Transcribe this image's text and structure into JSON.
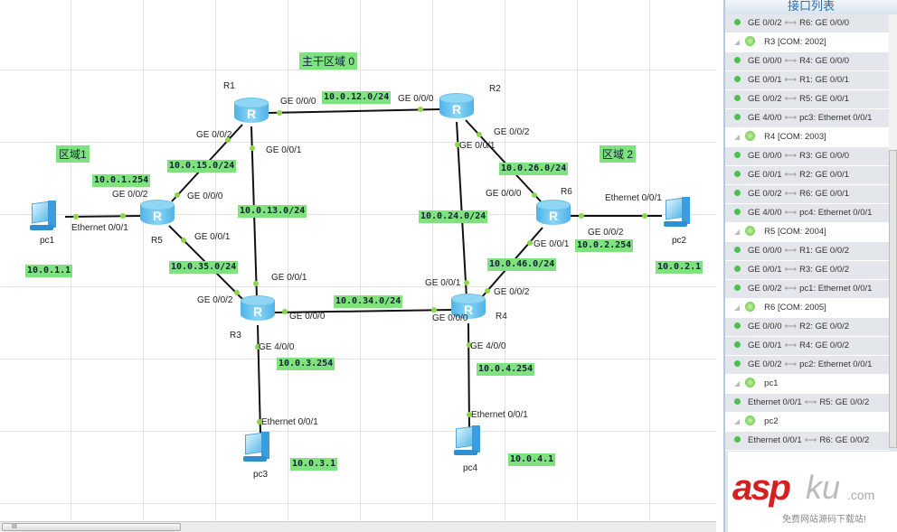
{
  "canvas": {
    "areas": {
      "backbone": "主干区域 0",
      "area1": "区域1",
      "area2": "区域 2"
    },
    "devices": {
      "r1": "R1",
      "r2": "R2",
      "r3": "R3",
      "r4": "R4",
      "r5": "R5",
      "r6": "R6",
      "pc1": "pc1",
      "pc2": "pc2",
      "pc3": "pc3",
      "pc4": "pc4"
    },
    "networks": {
      "n12": "10.0.12.0/24",
      "n15": "10.0.15.0/24",
      "n13": "10.0.13.0/24",
      "n35": "10.0.35.0/24",
      "n34": "10.0.34.0/24",
      "n24": "10.0.24.0/24",
      "n26": "10.0.26.0/24",
      "n46": "10.0.46.0/24",
      "pc1_gw": "10.0.1.254",
      "pc1_ip": "10.0.1.1",
      "pc2_gw": "10.0.2.254",
      "pc2_ip": "10.0.2.1",
      "pc3_gw": "10.0.3.254",
      "pc3_ip": "10.0.3.1",
      "pc4_gw": "10.0.4.254",
      "pc4_ip": "10.0.4.1"
    },
    "ports": {
      "ge000": "GE 0/0/0",
      "ge001": "GE 0/0/1",
      "ge002": "GE 0/0/2",
      "ge400": "GE 4/0/0",
      "eth001": "Ethernet 0/0/1"
    },
    "scroll_thumb": "III"
  },
  "panel": {
    "title": "接口列表",
    "rows": [
      {
        "type": "if",
        "local": "GE 0/0/2",
        "remote": "R6: GE 0/0/0"
      },
      {
        "type": "dev",
        "label": "R3 [COM: 2002]"
      },
      {
        "type": "if",
        "local": "GE 0/0/0",
        "remote": "R4: GE 0/0/0"
      },
      {
        "type": "if",
        "local": "GE 0/0/1",
        "remote": "R1: GE 0/0/1"
      },
      {
        "type": "if",
        "local": "GE 0/0/2",
        "remote": "R5: GE 0/0/1"
      },
      {
        "type": "if",
        "local": "GE 4/0/0",
        "remote": "pc3: Ethernet 0/0/1"
      },
      {
        "type": "dev",
        "label": "R4 [COM: 2003]"
      },
      {
        "type": "if",
        "local": "GE 0/0/0",
        "remote": "R3: GE 0/0/0"
      },
      {
        "type": "if",
        "local": "GE 0/0/1",
        "remote": "R2: GE 0/0/1"
      },
      {
        "type": "if",
        "local": "GE 0/0/2",
        "remote": "R6: GE 0/0/1"
      },
      {
        "type": "if",
        "local": "GE 4/0/0",
        "remote": "pc4: Ethernet 0/0/1"
      },
      {
        "type": "dev",
        "label": "R5 [COM: 2004]"
      },
      {
        "type": "if",
        "local": "GE 0/0/0",
        "remote": "R1: GE 0/0/2"
      },
      {
        "type": "if",
        "local": "GE 0/0/1",
        "remote": "R3: GE 0/0/2"
      },
      {
        "type": "if",
        "local": "GE 0/0/2",
        "remote": "pc1: Ethernet 0/0/1"
      },
      {
        "type": "dev",
        "label": "R6 [COM: 2005]"
      },
      {
        "type": "if",
        "local": "GE 0/0/0",
        "remote": "R2: GE 0/0/2"
      },
      {
        "type": "if",
        "local": "GE 0/0/1",
        "remote": "R4: GE 0/0/2"
      },
      {
        "type": "if",
        "local": "GE 0/0/2",
        "remote": "pc2: Ethernet 0/0/1"
      },
      {
        "type": "dev",
        "label": "pc1"
      },
      {
        "type": "if",
        "local": "Ethernet 0/0/1",
        "remote": "R5: GE 0/0/2"
      },
      {
        "type": "dev",
        "label": "pc2"
      },
      {
        "type": "if",
        "local": "Ethernet 0/0/1",
        "remote": "R6: GE 0/0/2"
      }
    ],
    "arrow": "⟷"
  },
  "watermark": {
    "brand_a": "asp",
    "brand_b": "ku",
    ".com": ".com",
    "domain": ".com",
    "slogan": "免费网站源码下载站!"
  }
}
